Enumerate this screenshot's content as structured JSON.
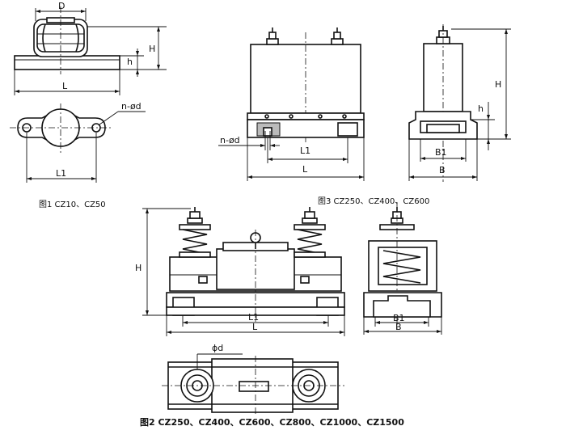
{
  "figures": {
    "fig1": {
      "caption": "图1 CZ10、CZ50"
    },
    "fig2": {
      "caption": "图2 CZ250、CZ400、CZ600、CZ800、CZ1000、CZ1500"
    },
    "fig3": {
      "caption": "图3  CZ250、CZ400、CZ600"
    }
  },
  "labels": {
    "D": "D",
    "H": "H",
    "h": "h",
    "L": "L",
    "L1": "L1",
    "B": "B",
    "B1": "B1",
    "n_phi_d": "n-ød",
    "phi_d": "ϕd"
  }
}
